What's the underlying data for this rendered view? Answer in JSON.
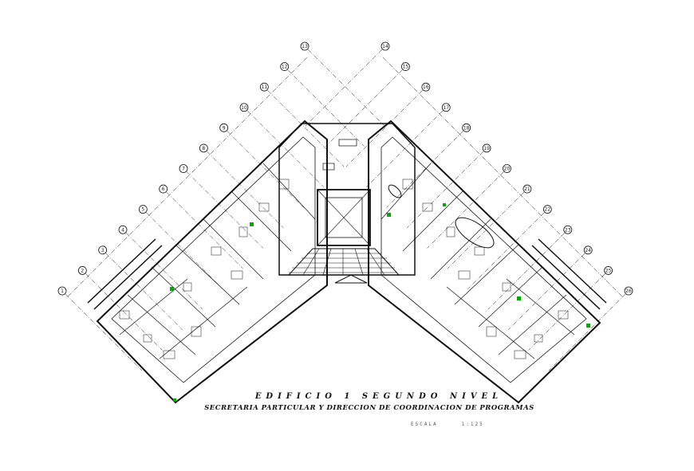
{
  "drawing": {
    "title_line1": "EDIFICIO 1   SEGUNDO NIVEL",
    "title_line2": "SECRETARIA PARTICULAR Y DIRECCION DE COORDINACION DE PROGRAMAS",
    "scale_label": "ESCALA",
    "scale_value": "1:125"
  },
  "axes_left": [
    "1",
    "2",
    "3",
    "4",
    "5",
    "6",
    "7",
    "8",
    "9",
    "10",
    "11",
    "12",
    "13"
  ],
  "axes_right": [
    "14",
    "15",
    "16",
    "17",
    "18",
    "19",
    "20",
    "21",
    "22",
    "23",
    "24",
    "25",
    "26"
  ],
  "colors": {
    "lines": "#111111",
    "accent": "#00aa00",
    "grid": "#cc0000",
    "background": "#ffffff"
  }
}
